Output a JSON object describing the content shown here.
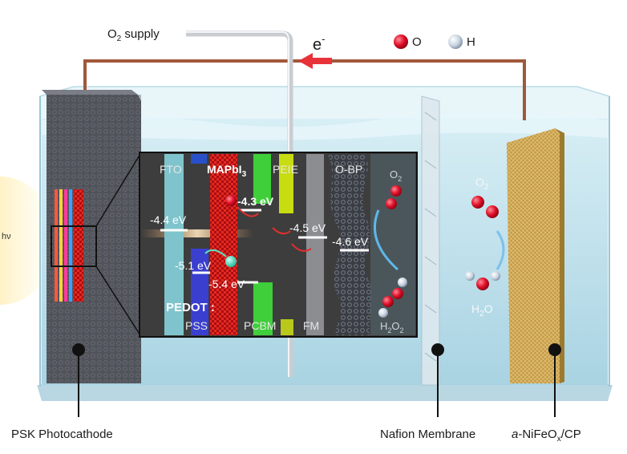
{
  "header": {
    "o2_supply": "O",
    "o2_supply_sub": "2",
    "o2_supply_rest": " supply",
    "electron": "e",
    "electron_sup": "-",
    "legend_o": "O",
    "legend_h": "H",
    "hv": "hν"
  },
  "inset": {
    "fto": "FTO",
    "mapbi": "MAPbI",
    "mapbi_sub": "3",
    "peie": "PEIE",
    "obp": "O-BP",
    "o2": "O",
    "o2_sub": "2",
    "e_44": "-4.4 eV",
    "e_43": "-4.3 eV",
    "e_45": "-4.5 eV",
    "e_46": "-4.6 eV",
    "e_51": "-5.1 eV",
    "e_54": "-5.4 eV",
    "pedot": "PEDOT :",
    "pss": "PSS",
    "pcbm": "PCBM",
    "fm": "FM",
    "h2o2": "H",
    "h2o2_sub1": "2",
    "h2o2_mid": "O",
    "h2o2_sub2": "2"
  },
  "right_chamber": {
    "o2": "O",
    "o2_sub": "2",
    "h2o": "H",
    "h2o_sub": "2",
    "h2o_rest": "O"
  },
  "labels": {
    "psk": "PSK Photocathode",
    "nafion": "Nafion Membrane",
    "anode_a": "a",
    "anode_mid": "-NiFeO",
    "anode_sub": "x",
    "anode_rest": "/CP"
  },
  "colors": {
    "water": "#bfe3ef",
    "tank_edge": "#9cc6d6",
    "wire": "#a0583a",
    "oxygen": "#e0102a",
    "hydrogen": "#e8eef4",
    "fto": "#7fc4cc",
    "pedot": "#3a3fd0",
    "perovskite": "#d41818",
    "pcbm": "#3fcf3a",
    "peie": "#c8dc12",
    "anode": "#c9a44a"
  }
}
